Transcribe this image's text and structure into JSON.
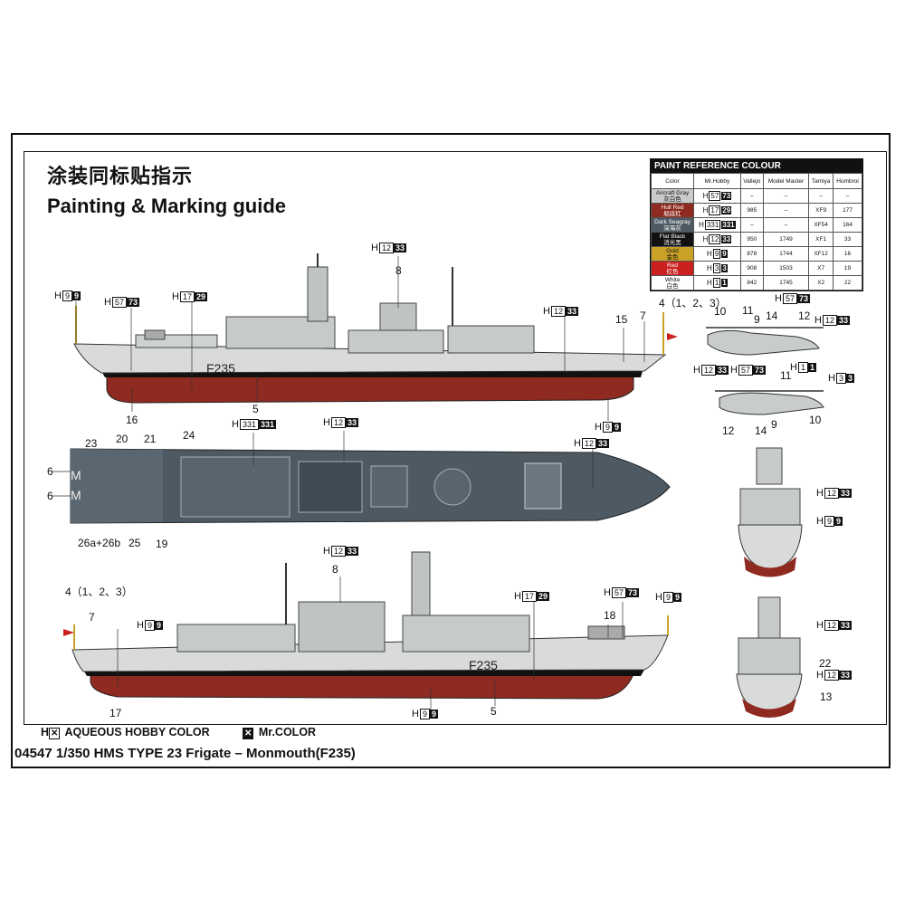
{
  "title_cn": "涂装同标贴指示",
  "title_en": "Painting & Marking guide",
  "footer": "04547 1/350 HMS TYPE 23 Frigate – Monmouth(F235)",
  "legend": {
    "aqueous_prefix": "H",
    "aqueous_label": "AQUEOUS HOBBY COLOR",
    "mr_label": "Mr.COLOR"
  },
  "hull_marking": "F235",
  "deck_marking": "M",
  "paint_table": {
    "heading": "PAINT  REFERENCE COLOUR",
    "columns": [
      "Color",
      "Mr.Hobby",
      "Vallejo",
      "Model Master",
      "Tamiya",
      "Humbrol"
    ],
    "rows": [
      {
        "name": "Aircraft Gray",
        "cn": "灰白色",
        "swatch": "#c9cbc9",
        "h": "57",
        "mr": "73",
        "vallejo": "–",
        "mm": "–",
        "tamiya": "–",
        "humbrol": "–"
      },
      {
        "name": "Hull Red",
        "cn": "船底红",
        "swatch": "#8e2a1f",
        "h": "17",
        "mr": "29",
        "vallejo": "985",
        "mm": "–",
        "tamiya": "XF9",
        "humbrol": "177"
      },
      {
        "name": "Dark Seagray",
        "cn": "深海灰",
        "swatch": "#4d5a64",
        "h": "331",
        "mr": "331",
        "vallejo": "–",
        "mm": "–",
        "tamiya": "XF54",
        "humbrol": "164"
      },
      {
        "name": "Flat Black",
        "cn": "消光黑",
        "swatch": "#111111",
        "h": "12",
        "mr": "33",
        "vallejo": "950",
        "mm": "1749",
        "tamiya": "XF1",
        "humbrol": "33"
      },
      {
        "name": "Gold",
        "cn": "金色",
        "swatch": "#c9a227",
        "h": "9",
        "mr": "9",
        "vallejo": "878",
        "mm": "1744",
        "tamiya": "XF12",
        "humbrol": "16"
      },
      {
        "name": "Red",
        "cn": "红色",
        "swatch": "#cc1f1f",
        "h": "3",
        "mr": "3",
        "vallejo": "908",
        "mm": "1503",
        "tamiya": "X7",
        "humbrol": "19"
      },
      {
        "name": "White",
        "cn": "白色",
        "swatch": "#ffffff",
        "h": "1",
        "mr": "1",
        "vallejo": "842",
        "mm": "1745",
        "tamiya": "X2",
        "humbrol": "22"
      }
    ]
  },
  "callouts": [
    {
      "id": "c1",
      "h": "H",
      "a": "9",
      "b": "9"
    },
    {
      "id": "c2",
      "h": "H",
      "a": "57",
      "b": "73"
    },
    {
      "id": "c3",
      "h": "H",
      "a": "17",
      "b": "29"
    },
    {
      "id": "c4",
      "h": "H",
      "a": "12",
      "b": "33"
    },
    {
      "id": "c5",
      "h": "H",
      "a": "12",
      "b": "33"
    },
    {
      "id": "c6",
      "h": "H",
      "a": "57",
      "b": "73"
    },
    {
      "id": "c7",
      "h": "H",
      "a": "12",
      "b": "33"
    },
    {
      "id": "c8",
      "h": "H",
      "a": "12",
      "b": "33"
    },
    {
      "id": "c9",
      "h": "H",
      "a": "57",
      "b": "73"
    },
    {
      "id": "c10",
      "h": "H",
      "a": "1",
      "b": "1"
    },
    {
      "id": "c11",
      "h": "H",
      "a": "3",
      "b": "3"
    },
    {
      "id": "c12",
      "h": "H",
      "a": "9",
      "b": "9"
    },
    {
      "id": "c13",
      "h": "H",
      "a": "331",
      "b": "331"
    },
    {
      "id": "c14",
      "h": "H",
      "a": "12",
      "b": "33"
    },
    {
      "id": "c15",
      "h": "H",
      "a": "12",
      "b": "33"
    },
    {
      "id": "c16",
      "h": "H",
      "a": "12",
      "b": "33"
    },
    {
      "id": "c17",
      "h": "H",
      "a": "9",
      "b": "9"
    },
    {
      "id": "c18",
      "h": "H",
      "a": "12",
      "b": "33"
    },
    {
      "id": "c19",
      "h": "H",
      "a": "17",
      "b": "29"
    },
    {
      "id": "c20",
      "h": "H",
      "a": "57",
      "b": "73"
    },
    {
      "id": "c21",
      "h": "H",
      "a": "9",
      "b": "9"
    },
    {
      "id": "c22",
      "h": "H",
      "a": "9",
      "b": "9"
    },
    {
      "id": "c23",
      "h": "H",
      "a": "12",
      "b": "33"
    },
    {
      "id": "c24",
      "h": "H",
      "a": "12",
      "b": "33"
    },
    {
      "id": "c25",
      "h": "H",
      "a": "9",
      "b": "9"
    },
    {
      "id": "c26",
      "h": "H",
      "a": "12",
      "b": "33"
    }
  ],
  "labels": {
    "n8a": "8",
    "n15": "15",
    "n7a": "7",
    "n4a": "4（1、2、3）",
    "n5a": "5",
    "n16": "16",
    "n10a": "10",
    "n11a": "11",
    "n9a": "9",
    "n14a": "14",
    "n12a": "12",
    "n11b": "11",
    "n12b": "12",
    "n14b": "14",
    "n9b": "9",
    "n10b": "10",
    "n23": "23",
    "n20": "20",
    "n21": "21",
    "n24": "24",
    "n6a": "6",
    "n6b": "6",
    "n26": "26a+26b",
    "n25": "25",
    "n19": "19",
    "n8b": "8",
    "n4b": "4（1、2、3）",
    "n7b": "7",
    "n18": "18",
    "n17": "17",
    "n5b": "5",
    "n22": "22",
    "n13": "13"
  }
}
